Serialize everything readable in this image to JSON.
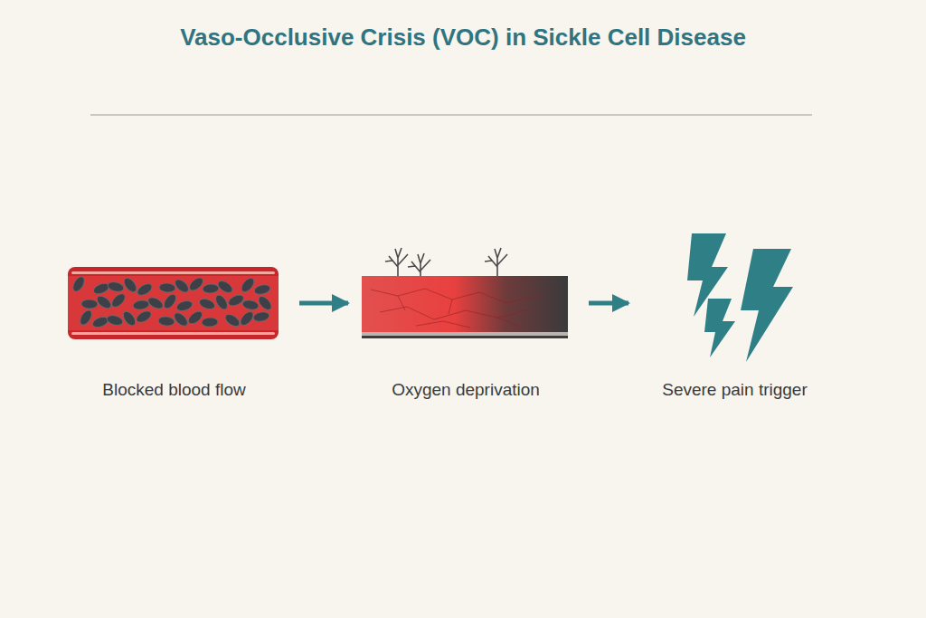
{
  "diagram": {
    "title": "Vaso-Occlusive Crisis (VOC) in Sickle Cell Disease",
    "nodes": [
      {
        "text": [
          "Blocked blood flow"
        ]
      },
      {
        "text": [
          "Oxygen deprivation"
        ]
      },
      {
        "text": [
          "Severe pain trigger"
        ]
      }
    ],
    "edges": [
      {
        "from": 0,
        "to": 1,
        "arrow": "to"
      },
      {
        "from": 1,
        "to": 2,
        "arrow": "to"
      }
    ]
  }
}
